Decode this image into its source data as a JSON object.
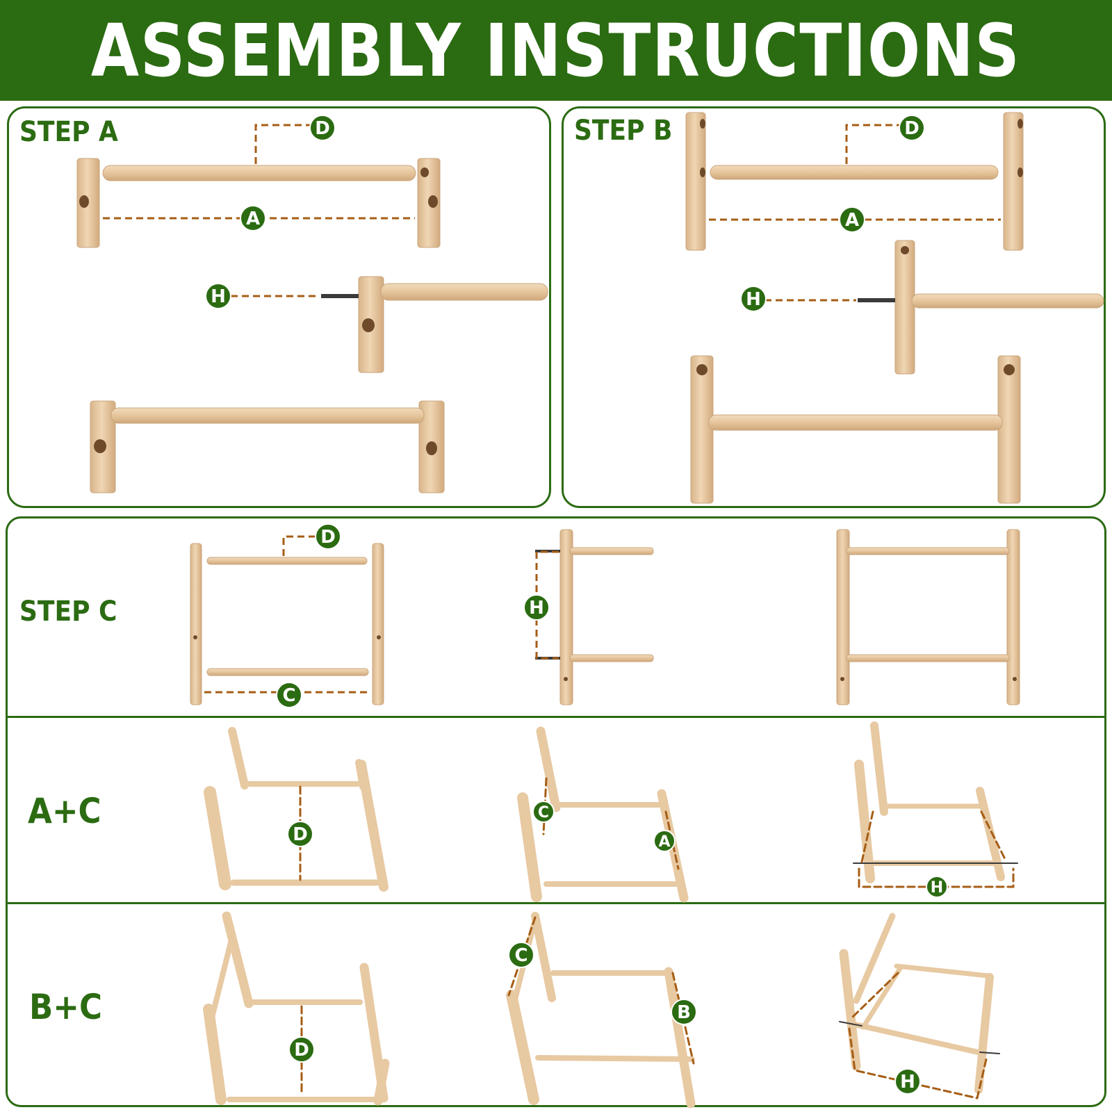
{
  "header": {
    "title": "ASSEMBLY INSTRUCTIONS"
  },
  "steps": {
    "a": "STEP  A",
    "b": "STEP  B",
    "c": "STEP  C",
    "ac": "A+C",
    "bc": "B+C"
  },
  "parts": {
    "a": "A",
    "b": "B",
    "c": "C",
    "d": "D",
    "h": "H"
  },
  "colors": {
    "brand_green": "#2b6b12",
    "wood": "#e7c9a2",
    "wood_edge": "#c9a57c",
    "guide_line": "#a65d15"
  }
}
